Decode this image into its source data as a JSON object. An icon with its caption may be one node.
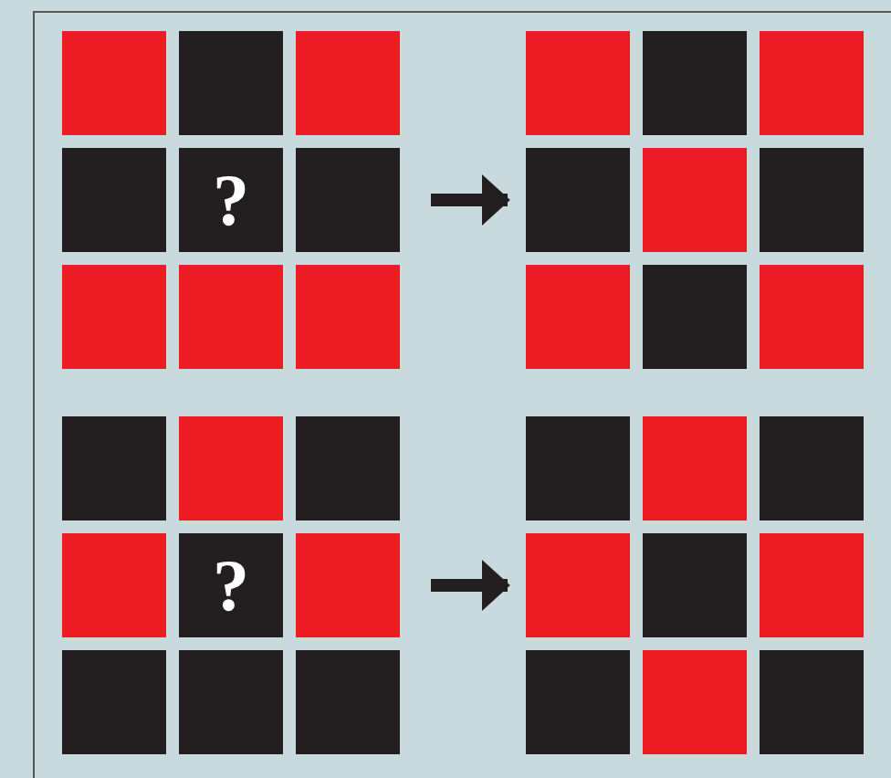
{
  "diagram": {
    "nodes": [
      {
        "text": [],
        "shape": "box"
      },
      {
        "text": [],
        "shape": "box"
      },
      {
        "text": [],
        "shape": "box"
      },
      {
        "text": [],
        "shape": "box"
      },
      {
        "text": [
          "?"
        ]
      },
      {
        "text": [],
        "shape": "box"
      },
      {
        "text": [],
        "shape": "box"
      },
      {
        "text": [],
        "shape": "box"
      },
      {
        "text": [],
        "shape": "box"
      },
      {
        "text": [],
        "shape": "box"
      },
      {
        "text": [],
        "shape": "box"
      },
      {
        "text": [],
        "shape": "box"
      },
      {
        "text": [],
        "shape": "box"
      },
      {
        "text": [],
        "shape": "box"
      },
      {
        "text": [],
        "shape": "box"
      },
      {
        "text": [],
        "shape": "box"
      },
      {
        "text": [],
        "shape": "box"
      },
      {
        "text": [],
        "shape": "box"
      },
      {
        "text": [],
        "shape": "box"
      },
      {
        "text": [],
        "shape": "box"
      },
      {
        "text": [],
        "shape": "box"
      },
      {
        "text": [],
        "shape": "box"
      },
      {
        "text": [
          "?"
        ]
      },
      {
        "text": [],
        "shape": "box"
      },
      {
        "text": [],
        "shape": "box"
      },
      {
        "text": [],
        "shape": "box"
      },
      {
        "text": [],
        "shape": "box"
      },
      {
        "text": [],
        "shape": "box"
      },
      {
        "text": [],
        "shape": "box"
      },
      {
        "text": [],
        "shape": "box"
      },
      {
        "text": [],
        "shape": "box"
      },
      {
        "text": [],
        "shape": "box"
      },
      {
        "text": [],
        "shape": "box"
      },
      {
        "text": [],
        "shape": "box"
      },
      {
        "text": [],
        "shape": "box"
      },
      {
        "text": [],
        "shape": "box"
      }
    ],
    "edges": [
      {
        "from": 5,
        "to": 12,
        "arrow": "to"
      },
      {
        "from": 23,
        "to": 30,
        "arrow": "to"
      }
    ]
  }
}
